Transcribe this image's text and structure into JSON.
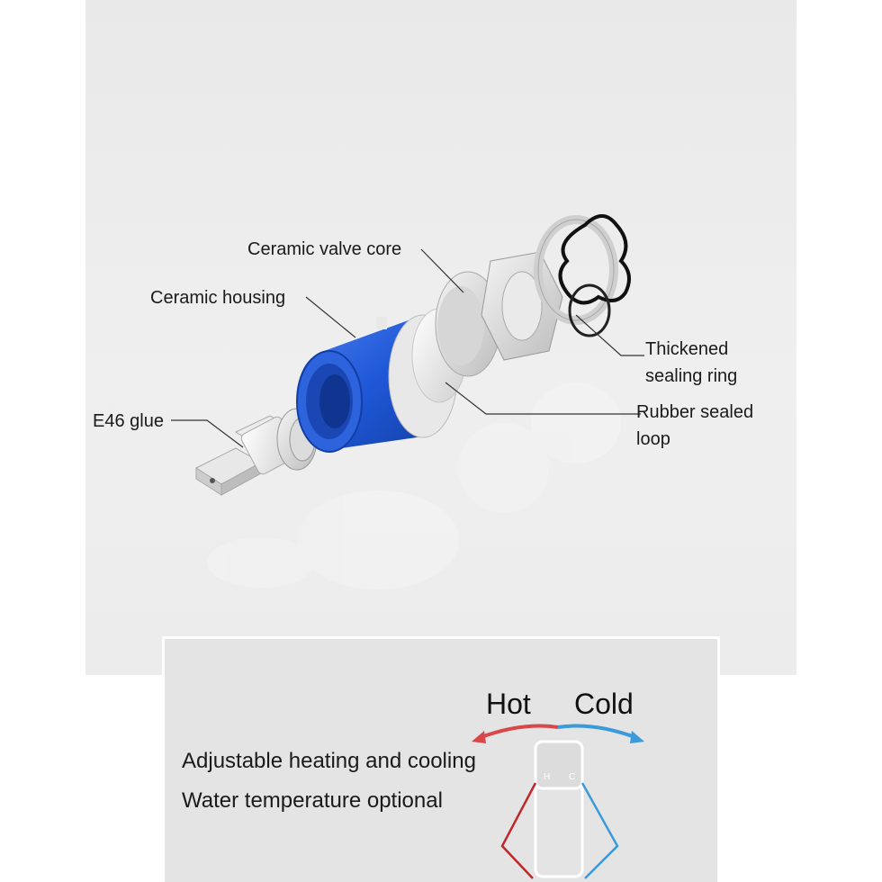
{
  "callouts": {
    "valve_core": "Ceramic valve core",
    "housing": "Ceramic housing",
    "glue": "E46 glue",
    "sealing_ring_line1": "Thickened",
    "sealing_ring_line2": "sealing ring",
    "rubber_loop_line1": "Rubber sealed",
    "rubber_loop_line2": "loop"
  },
  "features": {
    "line1": "Adjustable heating and cooling",
    "line2": "Water temperature optional"
  },
  "temperature": {
    "hot": "Hot",
    "cold": "Cold",
    "handle_hot": "H",
    "handle_cold": "C",
    "hot_color": "#d9474a",
    "cold_color": "#3b9ad9"
  },
  "colors": {
    "housing_blue": "#1e57d6",
    "part_white": "#f2f2f2",
    "part_gray": "#d8d8d8"
  }
}
